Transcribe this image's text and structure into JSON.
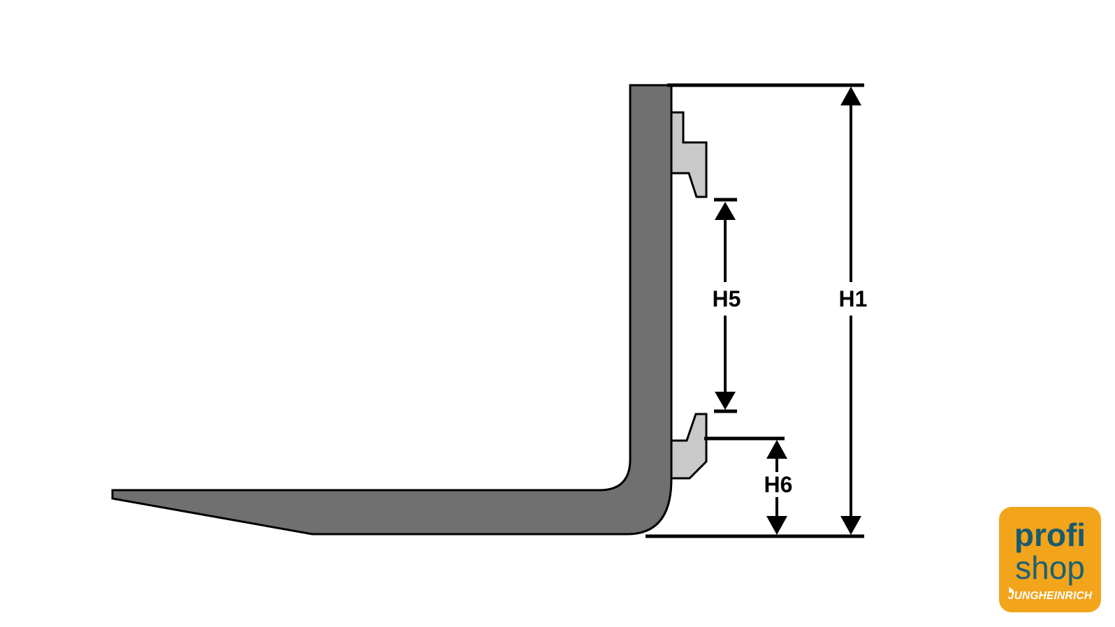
{
  "page": {
    "background": "#ffffff",
    "content": "Side-profile technical diagram of a forklift fork with carriage hooks and height dimensions"
  },
  "colors": {
    "fork_body": "#717070",
    "hook_body": "#C9C9C9",
    "outline": "#000000",
    "dimension_black": "#000000",
    "logo_background": "#F2A41B",
    "logo_teal": "#175A70",
    "logo_brand_white": "#FFFFFF"
  },
  "dimensions": {
    "h1": {
      "label": "H1"
    },
    "h5": {
      "label": "H5"
    },
    "h6": {
      "label": "H6"
    }
  },
  "logo": {
    "line1": "profi",
    "line2": "shop",
    "brand": "JUNGHEINRICH"
  }
}
